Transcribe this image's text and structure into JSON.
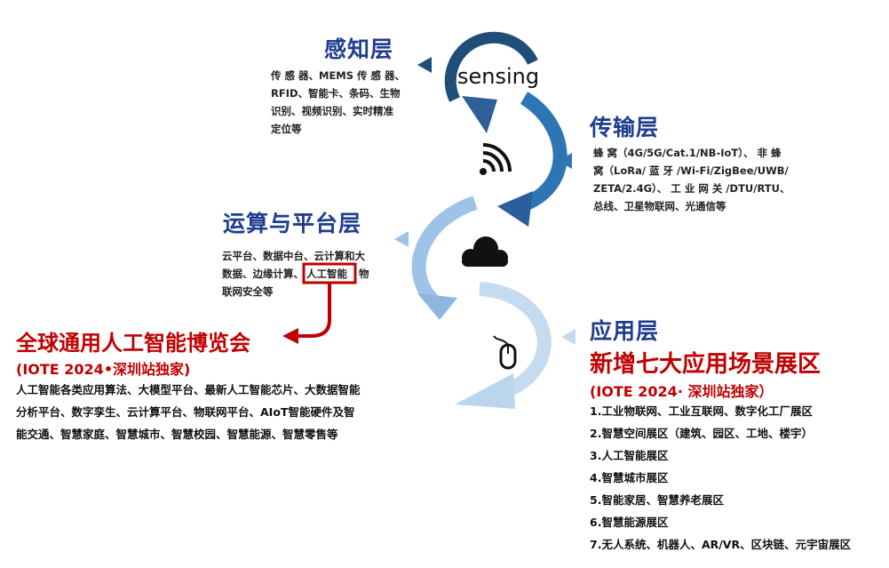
{
  "sensing_label": "sensing",
  "perception": {
    "title": "感知层",
    "lines": [
      "传 感 器、MEMS 传 感 器、",
      "RFID、智能卡、条码、生物",
      "识别、视频识别、实时精准",
      "定位等"
    ]
  },
  "transport": {
    "title": "传输层",
    "lines": [
      "蜂 窝（4G/5G/Cat.1/NB-IoT）、 非 蜂",
      "窝（LoRa/ 蓝 牙 /Wi-Fi/ZigBee/UWB/",
      "ZETA/2.4G）、 工 业 网 关 /DTU/RTU、",
      "总线、卫星物联网、光通信等"
    ]
  },
  "compute": {
    "title": "运算与平台层",
    "line1": "云平台、数据中台、云计算和大",
    "line2_pre": "数据、边缘计算、",
    "line2_highlight": "人工智能",
    "line2_post": "物",
    "line3": "联网安全等"
  },
  "ai_expo": {
    "title": "全球通用人工智能博览会",
    "subtitle": "(IOTE 2024•深圳站独家)",
    "lines": [
      "人工智能各类应用算法、大模型平台、最新人工智能芯片、大数据智能",
      "分析平台、数字孪生、云计算平台、物联网平台、AIoT智能硬件及智",
      "能交通、智慧家庭、智慧城市、智慧校园、智慧能源、智慧零售等"
    ]
  },
  "application": {
    "title": "应用层",
    "headline": "新增七大应用场景展区",
    "subtitle": "(IOTE 2024· 深圳站独家）",
    "items": [
      "1.工业物联网、工业互联网、数字化工厂展区",
      "2.智慧空间展区（建筑、园区、工地、楼宇）",
      "3.人工智能展区",
      "4.智慧城市展区",
      "5.智能家居、智慧养老展区",
      "6.智慧能源展区",
      "7.无人系统、机器人、AR/VR、区块链、元宇宙展区"
    ]
  },
  "colors": {
    "navy": "#1f4e79",
    "mid": "#2e75b6",
    "light": "#9dc3e6",
    "lighter": "#c5dbef",
    "red": "#c00000",
    "title": "#1f3d8f"
  }
}
